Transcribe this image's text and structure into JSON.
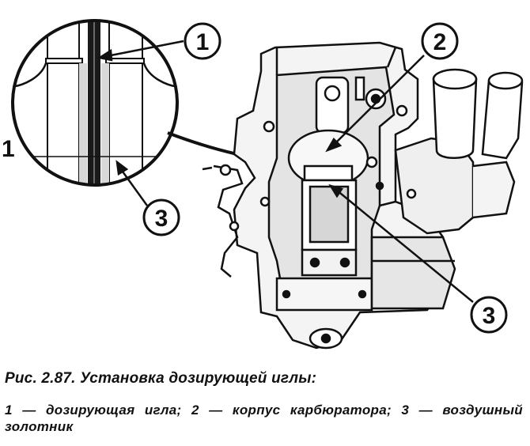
{
  "figure": {
    "labels": {
      "needle": "1",
      "body": "2",
      "valve_zoom": "3",
      "valve_main": "3",
      "side": "1"
    }
  },
  "caption": {
    "title": "Рис. 2.87. Установка дозирующей иглы:",
    "legend": "1 — дозирующая игла; 2 — корпус карбюратора; 3 — воздушный золотник"
  },
  "colors": {
    "ink": "#111111",
    "background": "#ffffff",
    "shade": "#b9b9b9"
  }
}
